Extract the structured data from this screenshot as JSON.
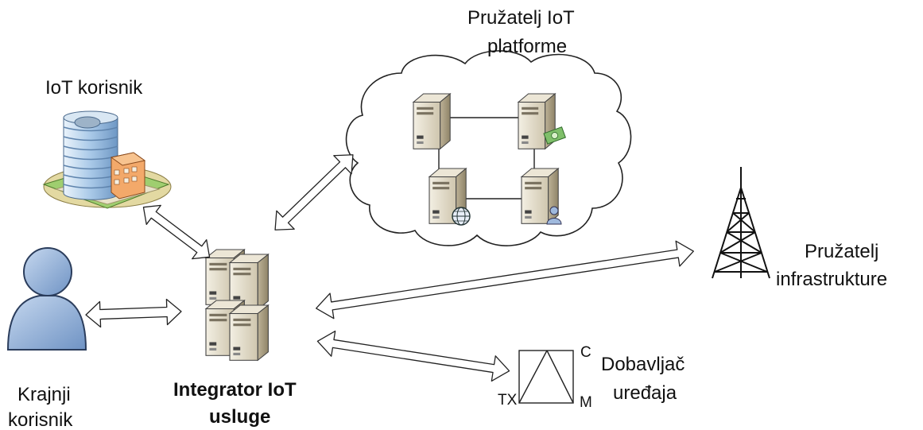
{
  "labels": {
    "iot_user": "IoT korisnik",
    "platform_provider_line1": "Pružatelj IoT",
    "platform_provider_line2": "platforme",
    "infra_provider_line1": "Pružatelj",
    "infra_provider_line2": "infrastrukture",
    "end_user_line1": "Krajnji",
    "end_user_line2": "korisnik",
    "integrator_line1": "Integrator IoT",
    "integrator_line2": "usluge",
    "device_supplier_line1": "Dobavljač",
    "device_supplier_line2": "uređaja"
  },
  "device_logo": {
    "letter_c": "C",
    "letter_m": "M",
    "letters_tx": "TX"
  },
  "colors": {
    "server_body": "#e6e0cf",
    "person": "#9fb9dd",
    "building_glass": "#bcd6ee",
    "cloud_outline": "#222222",
    "tower": "#111111"
  },
  "icons": [
    "building-icon",
    "person-icon",
    "server-cluster-icon",
    "cloud-icon",
    "server-icon",
    "globe-icon",
    "user-badge-icon",
    "money-icon",
    "antenna-tower-icon",
    "device-logo-icon"
  ]
}
